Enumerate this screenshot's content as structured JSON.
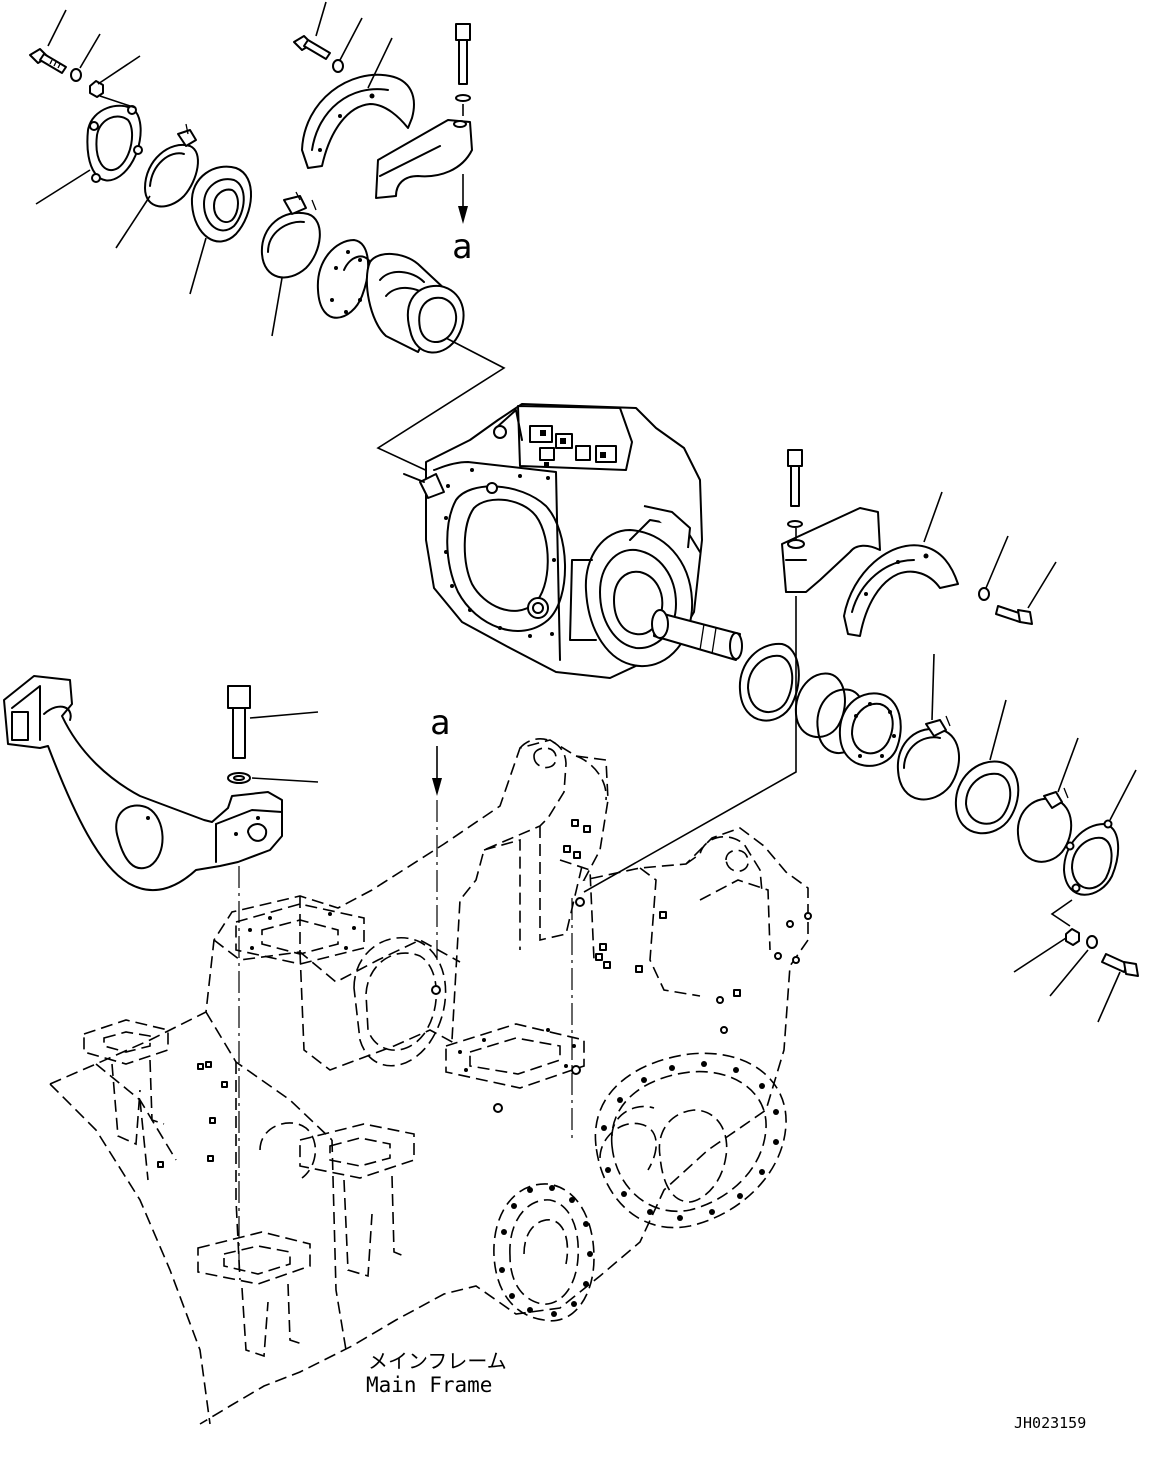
{
  "labels": {
    "ref_top": "a",
    "ref_mid": "a",
    "frame_jp": "メインフレーム",
    "frame_en": "Main Frame",
    "drawing_no": "JH023159"
  }
}
